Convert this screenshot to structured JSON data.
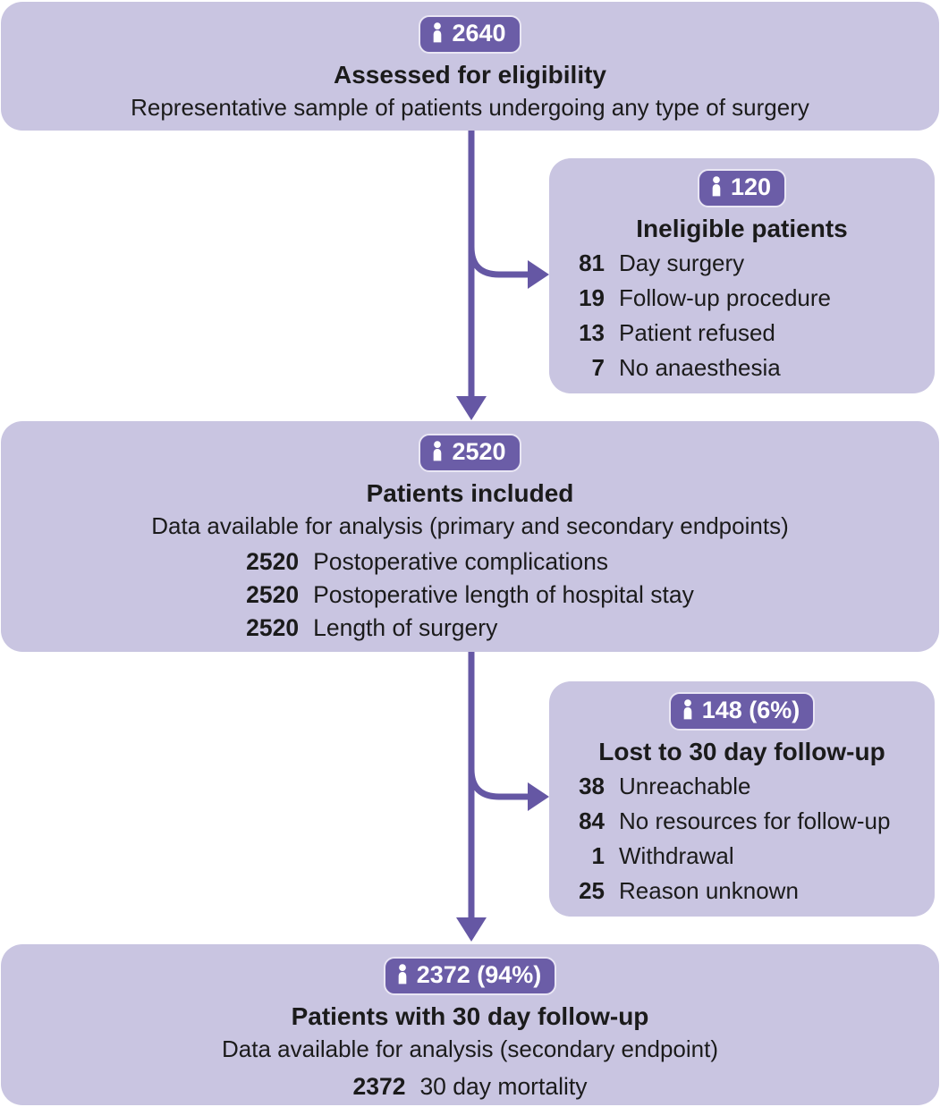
{
  "colors": {
    "background": "#ffffff",
    "box_fill": "#c9c5e1",
    "badge_fill": "#6b5da7",
    "badge_border": "#e9e6f4",
    "arrow": "#6557a4",
    "text": "#1b1b1b",
    "badge_text": "#ffffff"
  },
  "boxes": [
    {
      "badge": "2640",
      "title": "Assessed for eligibility",
      "subtitle": "Representative sample of patients undergoing any type of surgery",
      "items": []
    },
    {
      "badge": "120",
      "title": "Ineligible patients",
      "items": [
        {
          "value": "81",
          "label": "Day surgery"
        },
        {
          "value": "19",
          "label": "Follow-up procedure"
        },
        {
          "value": "13",
          "label": "Patient refused"
        },
        {
          "value": "7",
          "label": "No anaesthesia"
        }
      ]
    },
    {
      "badge": "2520",
      "title": "Patients included",
      "subtitle": "Data available for analysis (primary and secondary endpoints)",
      "items": [
        {
          "value": "2520",
          "label": "Postoperative complications"
        },
        {
          "value": "2520",
          "label": "Postoperative length of hospital stay"
        },
        {
          "value": "2520",
          "label": "Length of surgery"
        }
      ]
    },
    {
      "badge": "148 (6%)",
      "title": "Lost to 30 day follow-up",
      "items": [
        {
          "value": "38",
          "label": "Unreachable"
        },
        {
          "value": "84",
          "label": "No resources for follow-up"
        },
        {
          "value": "1",
          "label": "Withdrawal"
        },
        {
          "value": "25",
          "label": "Reason unknown"
        }
      ]
    },
    {
      "badge": "2372 (94%)",
      "title": "Patients with 30 day follow-up",
      "subtitle": "Data available for analysis (secondary endpoint)",
      "items": [
        {
          "value": "2372",
          "label": "30 day mortality"
        }
      ]
    }
  ]
}
